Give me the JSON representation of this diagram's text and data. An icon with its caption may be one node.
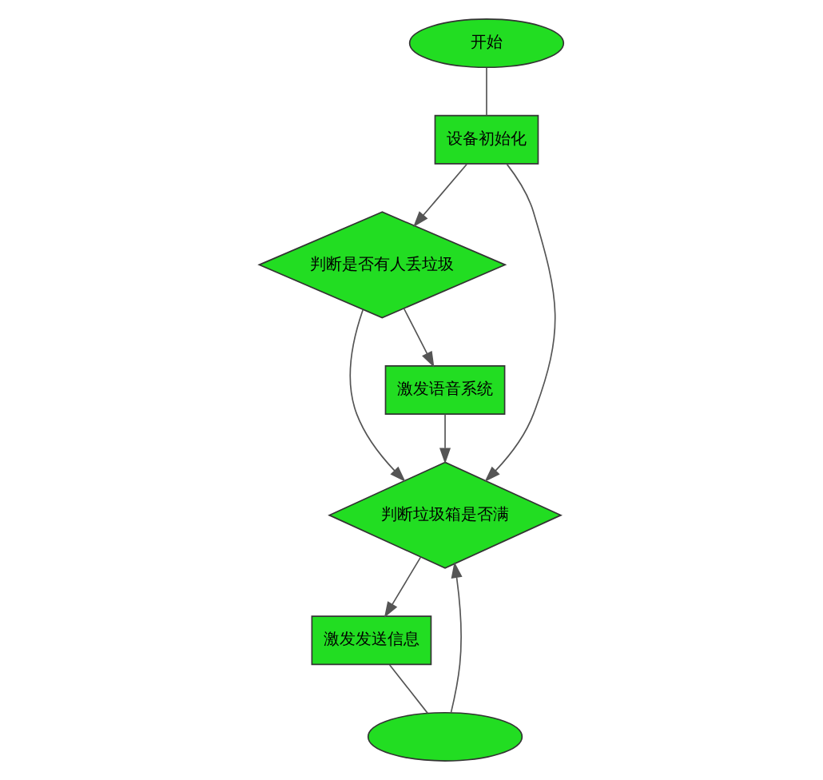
{
  "diagram": {
    "nodes": [
      {
        "text": [
          "开始"
        ]
      },
      {
        "text": [
          "设备初始化"
        ]
      },
      {
        "text": [
          "判断是否有人丢垃圾"
        ]
      },
      {
        "text": [
          "判断垃圾箱是否满"
        ]
      },
      {
        "text": [
          "激发语音系统"
        ]
      },
      {
        "text": [
          "激发发送信息"
        ]
      },
      {
        "text": [],
        "shape": "ellipse"
      }
    ],
    "edges": [
      {
        "from": 0,
        "to": 1,
        "arrow": "none"
      },
      {
        "from": 1,
        "to": 2,
        "arrow": "to"
      },
      {
        "from": 1,
        "to": 3,
        "arrow": "to"
      },
      {
        "from": 2,
        "to": 3,
        "arrow": "to"
      },
      {
        "from": 2,
        "to": 4,
        "arrow": "to"
      },
      {
        "from": 4,
        "to": 3,
        "arrow": "to"
      },
      {
        "from": 3,
        "to": 5,
        "arrow": "to"
      },
      {
        "from": 5,
        "to": 6,
        "arrow": "none"
      },
      {
        "from": 6,
        "to": 3,
        "arrow": "to"
      }
    ]
  }
}
